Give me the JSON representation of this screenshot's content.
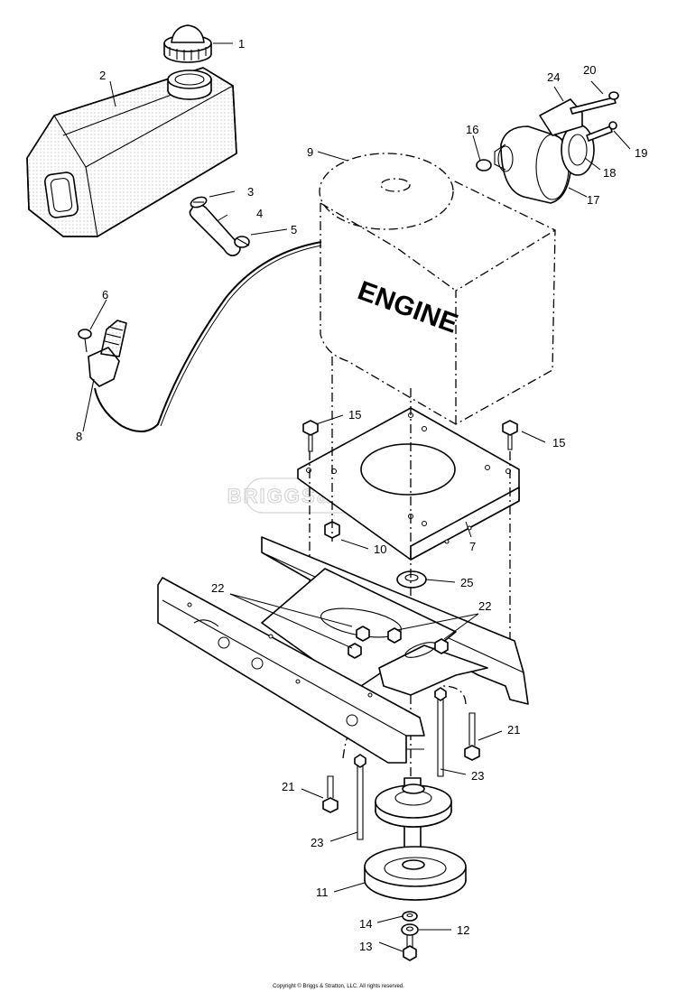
{
  "diagram": {
    "engine_label": "ENGINE",
    "watermark": "BRIGGS&STRATTON",
    "copyright": "Copyright © Briggs & Stratton, LLC. All rights reserved.",
    "callouts": [
      {
        "id": "1",
        "text": "1"
      },
      {
        "id": "2",
        "text": "2"
      },
      {
        "id": "3",
        "text": "3"
      },
      {
        "id": "4",
        "text": "4"
      },
      {
        "id": "5",
        "text": "5"
      },
      {
        "id": "6",
        "text": "6"
      },
      {
        "id": "7",
        "text": "7"
      },
      {
        "id": "8",
        "text": "8"
      },
      {
        "id": "9",
        "text": "9"
      },
      {
        "id": "10",
        "text": "10"
      },
      {
        "id": "11",
        "text": "11"
      },
      {
        "id": "12",
        "text": "12"
      },
      {
        "id": "13",
        "text": "13"
      },
      {
        "id": "14",
        "text": "14"
      },
      {
        "id": "15a",
        "text": "15"
      },
      {
        "id": "15b",
        "text": "15"
      },
      {
        "id": "16",
        "text": "16"
      },
      {
        "id": "17",
        "text": "17"
      },
      {
        "id": "18",
        "text": "18"
      },
      {
        "id": "19",
        "text": "19"
      },
      {
        "id": "20",
        "text": "20"
      },
      {
        "id": "21a",
        "text": "21"
      },
      {
        "id": "21b",
        "text": "21"
      },
      {
        "id": "22a",
        "text": "22"
      },
      {
        "id": "22b",
        "text": "22"
      },
      {
        "id": "23a",
        "text": "23"
      },
      {
        "id": "23b",
        "text": "23"
      },
      {
        "id": "24",
        "text": "24"
      },
      {
        "id": "25",
        "text": "25"
      }
    ]
  }
}
